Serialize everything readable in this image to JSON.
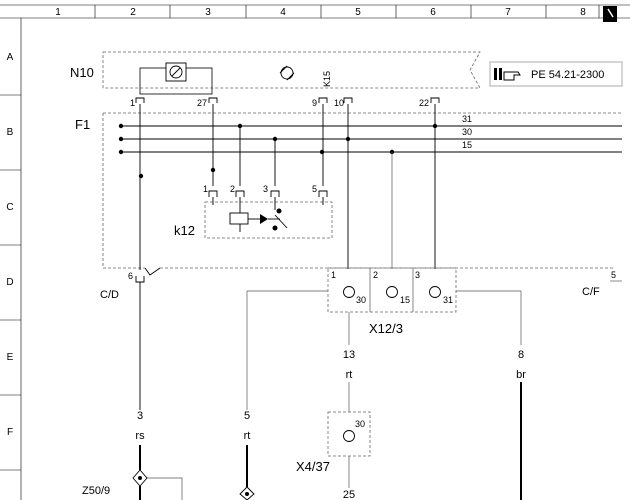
{
  "grid": {
    "columns": [
      "1",
      "2",
      "3",
      "4",
      "5",
      "6",
      "7",
      "8"
    ],
    "rows": [
      "A",
      "B",
      "C",
      "D",
      "E",
      "F"
    ]
  },
  "components": {
    "n10": "N10",
    "f1": "F1",
    "k12": "k12",
    "k15": "K15",
    "x12_3": "X12/3",
    "x4_37": "X4/37",
    "z50_9": "Z50/9",
    "cd": "C/D",
    "cf": "C/F",
    "reference": "PE 54.21-2300"
  },
  "n10_pins": [
    "1",
    "27",
    "9",
    "10",
    "22"
  ],
  "bus_lines": [
    "31",
    "30",
    "15"
  ],
  "k12_pins": [
    "1",
    "2",
    "3",
    "5"
  ],
  "f1_bottom_pin": "6",
  "cf_pin": "5",
  "x12_pins": [
    "1",
    "2",
    "3"
  ],
  "x12_terminals": [
    "30",
    "15",
    "31"
  ],
  "x4_terminal": "30",
  "wires": {
    "w13": {
      "number": "13",
      "color": "rt"
    },
    "w8": {
      "number": "8",
      "color": "br"
    },
    "w3": {
      "number": "3",
      "color": "rs"
    },
    "w5": {
      "number": "5",
      "color": "rt"
    },
    "w25": {
      "number": "25"
    }
  }
}
